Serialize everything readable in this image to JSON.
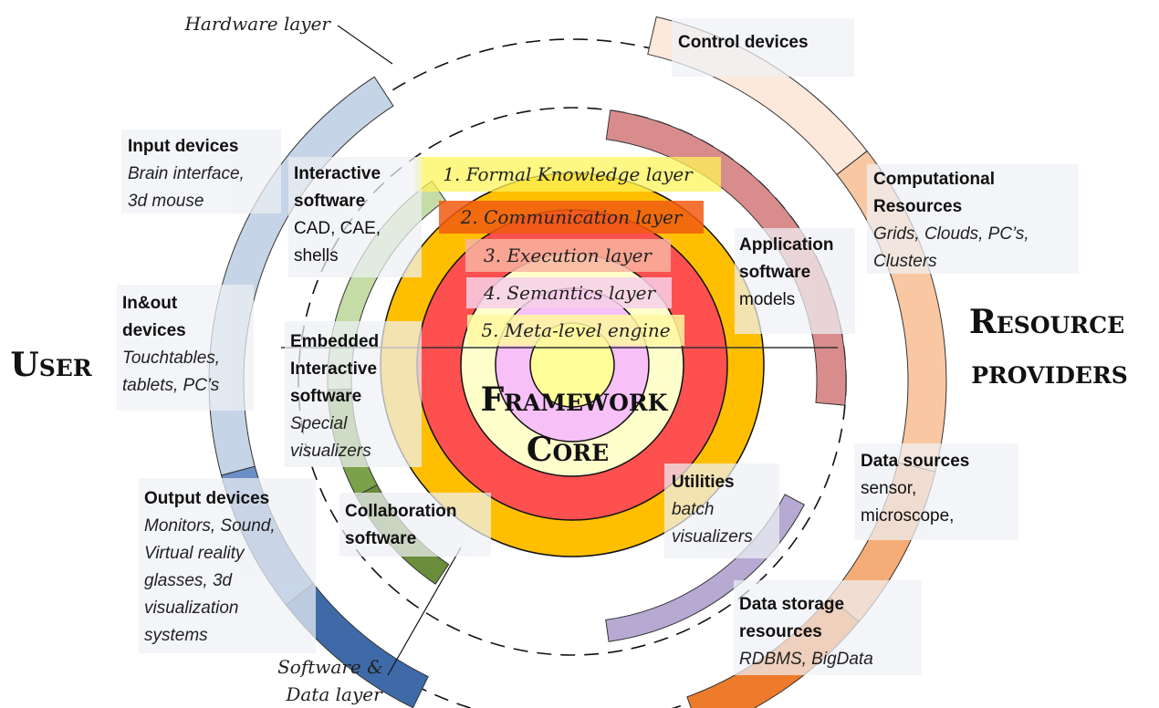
{
  "side_labels": {
    "user": "User",
    "resource_providers_1": "Resource",
    "resource_providers_2": "providers"
  },
  "core": {
    "line1": "Framework",
    "line2": "Core"
  },
  "layers": [
    {
      "label": "1. Formal Knowledge layer",
      "color": "#fff45a"
    },
    {
      "label": "2. Communication layer",
      "color": "#f05a10"
    },
    {
      "label": "3. Execution layer",
      "color": "#f9b4a0"
    },
    {
      "label": "4. Semantics layer",
      "color": "#f7d0e8"
    },
    {
      "label": "5. Meta-level engine",
      "color": "#fff7a0"
    }
  ],
  "ring_labels": {
    "hardware": "Hardware layer",
    "software_1": "Software &",
    "software_2": "Data layer"
  },
  "left_hardware": [
    {
      "title": "Input devices",
      "lines": [
        "Brain interface,",
        "3d mouse"
      ]
    },
    {
      "title_lines": [
        "In&out",
        "devices"
      ],
      "lines": [
        "Touchtables,",
        "tablets, PC’s"
      ]
    },
    {
      "title": "Output devices",
      "lines": [
        "Monitors, Sound,",
        "Virtual reality",
        "glasses, 3d",
        "visualization",
        "systems"
      ]
    }
  ],
  "left_software": [
    {
      "title_lines": [
        "Interactive",
        "software"
      ],
      "lines": [
        "CAD, CAE,",
        "shells"
      ]
    },
    {
      "title_lines": [
        "Embedded",
        "Interactive",
        "software"
      ],
      "lines": [
        "Special",
        "visualizers"
      ]
    },
    {
      "title_lines": [
        "Collaboration",
        "software"
      ],
      "lines": []
    }
  ],
  "right_software": [
    {
      "title_lines": [
        "Application",
        "software"
      ],
      "lines": [
        "models"
      ]
    },
    {
      "title_lines": [
        "Utilities"
      ],
      "lines": [
        "batch",
        "visualizers"
      ]
    }
  ],
  "right_hardware": [
    {
      "title_lines": [
        "Control devices"
      ],
      "lines": []
    },
    {
      "title_lines": [
        "Computational",
        "Resources"
      ],
      "lines": [
        "Grids, Clouds, PC’s,",
        "Clusters"
      ]
    },
    {
      "title_lines": [
        "Data sources"
      ],
      "lines": [
        "sensor,",
        "microscope,"
      ]
    },
    {
      "title_lines": [
        "Data storage",
        "resources"
      ],
      "lines": [
        "RDBMS, BigData"
      ]
    }
  ],
  "colors": {
    "ring_orange": "#ffbf00",
    "ring_red": "#ff5050",
    "ring_cream": "#ffffcc",
    "ring_pink": "#f7c0f7",
    "core_yellow": "#ffff99",
    "input_blue": "#c5d4e6",
    "inout_blue": "#6a8fc6",
    "output_blue": "#3e6aa8",
    "green_light": "#c6dca7",
    "green_mid": "#7ba24a",
    "green_dark": "#6a8d3c",
    "app_red": "#d98c8c",
    "utilities_purple": "#b6a9d2",
    "control_peach": "#fde9dc",
    "compute_peach": "#f9c8a3",
    "datasrc_orange": "#f6ac76",
    "storage_orange": "#ee7a2c"
  }
}
